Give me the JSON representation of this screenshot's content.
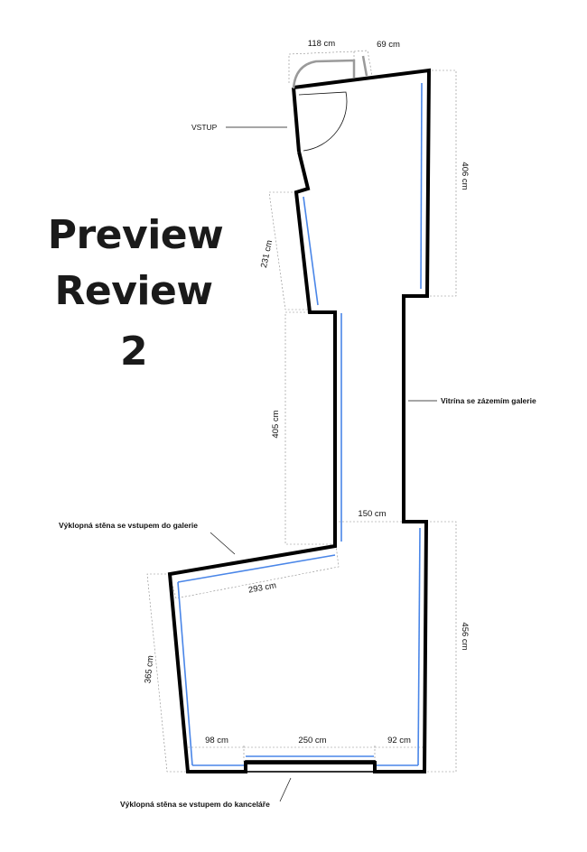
{
  "title": {
    "line1": "Preview",
    "line2": "Review",
    "line3": "2"
  },
  "labels": {
    "entrance": "VSTUP",
    "showcase": "Vitrína se zázemím galerie",
    "pivot_wall_gallery": "Výklopná stěna se vstupem do galerie",
    "pivot_wall_office": "Výklopná stěna se vstupem do kanceláře"
  },
  "dimensions": {
    "d118": "118 cm",
    "d69": "69 cm",
    "d406": "406 cm",
    "d231": "231 cm",
    "d405": "405 cm",
    "d150": "150 cm",
    "d293": "293 cm",
    "d456": "456 cm",
    "d365": "365 cm",
    "d98": "98 cm",
    "d250": "250 cm",
    "d92": "92 cm"
  },
  "colors": {
    "wall": "#000000",
    "display_surface": "#4a86e8",
    "dimension_line": "#8a8a8a"
  }
}
